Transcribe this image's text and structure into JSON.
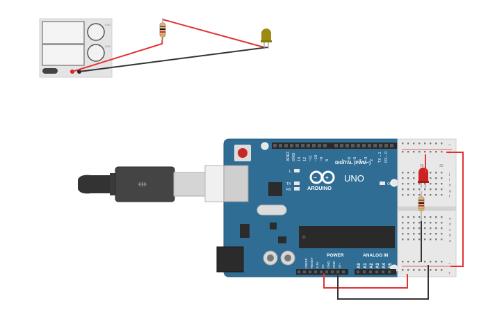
{
  "circuit": {
    "power_supply": {
      "knob_top_label": "0.00",
      "knob_bottom_label": "0.00"
    },
    "arduino": {
      "brand_label": "ARDUINO",
      "model_label": "UNO",
      "digital_header_label": "DIGITAL (PWM~)",
      "analog_header_label": "ANALOG IN",
      "power_header_label": "POWER",
      "aref_label": "AREF",
      "gnd_label": "GND",
      "digital_pins": [
        "13",
        "12",
        "~11",
        "~10",
        "~9",
        "8",
        "7",
        "~6",
        "~5",
        "4",
        "~3",
        "2",
        "TX→1",
        "RX←0"
      ],
      "power_pins": [
        "IOREF",
        "RESET",
        "3.3V",
        "5V",
        "GND",
        "GND",
        "Vin"
      ],
      "analog_pins": [
        "A0",
        "A1",
        "A2",
        "A3",
        "A4",
        "A5"
      ],
      "l_led_label": "L",
      "tx_label": "TX",
      "rx_label": "RX",
      "on_label": "ON"
    },
    "breadboard": {
      "column_numbers": [
        "25",
        "30"
      ],
      "row_letters_top": [
        "j",
        "i",
        "h",
        "g",
        "f"
      ],
      "row_letters_bottom": [
        "e",
        "d",
        "c",
        "b",
        "a"
      ],
      "rail_plus": "+",
      "rail_minus": "−"
    },
    "colors": {
      "arduino_board": "#2f6d95",
      "wire_red": "#e53030",
      "wire_black": "#333333",
      "breadboard": "#e8e8e8",
      "led_yellow": "#9b8b10",
      "led_red": "#cc2222",
      "supply_body": "#e4e4e4"
    }
  }
}
